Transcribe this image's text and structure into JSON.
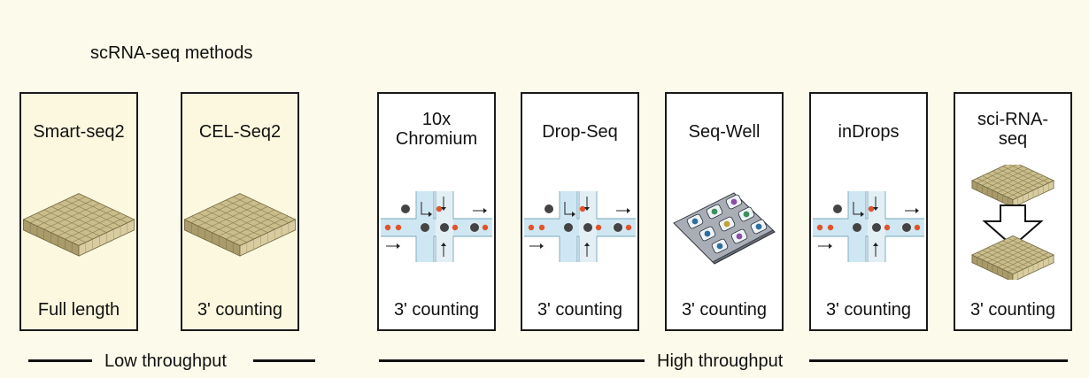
{
  "header": {
    "title": "scRNA-seq methods"
  },
  "methods": [
    {
      "name": "Smart-seq2",
      "type": "plate",
      "footer": "Full length",
      "group": "low"
    },
    {
      "name": "CEL-Seq2",
      "type": "plate",
      "footer": "3' counting",
      "group": "low"
    },
    {
      "name": "10x\nChromium",
      "type": "microfluidic",
      "footer": "3' counting",
      "group": "high"
    },
    {
      "name": "Drop-Seq",
      "type": "microfluidic",
      "footer": "3' counting",
      "group": "high"
    },
    {
      "name": "Seq-Well",
      "type": "nanowell",
      "footer": "3' counting",
      "group": "high"
    },
    {
      "name": "inDrops",
      "type": "microfluidic",
      "footer": "3' counting",
      "group": "high"
    },
    {
      "name": "sci-RNA-\nseq",
      "type": "split-pool",
      "footer": "3' counting",
      "group": "high"
    }
  ],
  "throughput": {
    "low_label": "Low throughput",
    "high_label": "High throughput"
  },
  "colors": {
    "low_card_bg": "#fbf8df",
    "page_bg": "#fcfaea",
    "plate": "#c9bd8c",
    "channel": "#cfe7f2",
    "bead": "#444444",
    "cell": "#e2522b"
  }
}
